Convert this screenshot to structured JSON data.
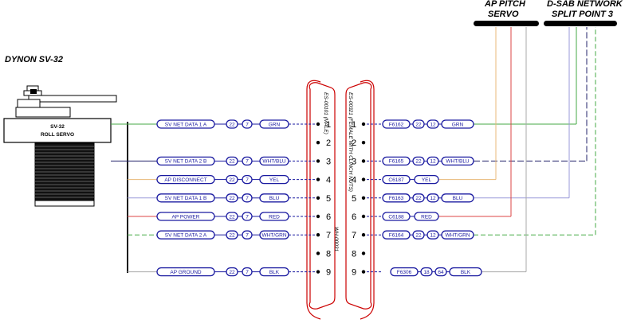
{
  "titles": {
    "dynon": "DYNON SV-32",
    "ap_pitch_1": "AP PITCH",
    "ap_pitch_2": "SERVO",
    "dsab_1": "D-SAB NETWORK",
    "dsab_2": "SPLIT POINT 3"
  },
  "servo": {
    "line1": "SV-32",
    "line2": "ROLL SERVO"
  },
  "connectors": {
    "male": "ES-00101 (MALE)",
    "female": "ES-00321 (FEMALE WITH CLINCH NUTS)",
    "hood": "WH-00031"
  },
  "colors": {
    "pill_stroke": "#1a1aa0",
    "connector": "#cc0000",
    "wire_green": "#44aa44",
    "wire_orange": "#e8b878",
    "wire_blue": "#9a9ad8",
    "wire_red": "#dd4444",
    "wire_gray": "#aaaaaa",
    "wire_navy": "#22226a"
  },
  "left_rows": [
    {
      "pin": "1",
      "signal": "SV NET DATA 1 A",
      "gauge": "22",
      "code": "7",
      "color": "GRN",
      "wire": "wire_green"
    },
    {
      "pin": "2",
      "signal": "",
      "gauge": "",
      "code": "",
      "color": "",
      "wire": ""
    },
    {
      "pin": "3",
      "signal": "SV NET DATA 2 B",
      "gauge": "22",
      "code": "7",
      "color": "WHT/BLU",
      "wire": "wire_navy"
    },
    {
      "pin": "4",
      "signal": "AP DISCONNECT",
      "gauge": "22",
      "code": "7",
      "color": "YEL",
      "wire": "wire_orange"
    },
    {
      "pin": "5",
      "signal": "SV NET DATA 1 B",
      "gauge": "22",
      "code": "7",
      "color": "BLU",
      "wire": "wire_blue"
    },
    {
      "pin": "6",
      "signal": "AP POWER",
      "gauge": "22",
      "code": "7",
      "color": "RED",
      "wire": "wire_red"
    },
    {
      "pin": "7",
      "signal": "SV NET DATA 2 A",
      "gauge": "22",
      "code": "7",
      "color": "WHT/GRN",
      "wire": "wire_green"
    },
    {
      "pin": "8",
      "signal": "",
      "gauge": "",
      "code": "",
      "color": "",
      "wire": ""
    },
    {
      "pin": "9",
      "signal": "AP GROUND",
      "gauge": "22",
      "code": "7",
      "color": "BLK",
      "wire": "wire_gray"
    }
  ],
  "right_rows": [
    {
      "pin": "1",
      "part": "F6162",
      "gauge": "22",
      "code": "12",
      "color": "GRN"
    },
    {
      "pin": "2",
      "part": "",
      "gauge": "",
      "code": "",
      "color": ""
    },
    {
      "pin": "3",
      "part": "F6165",
      "gauge": "22",
      "code": "12",
      "color": "WHT/BLU"
    },
    {
      "pin": "4",
      "part": "C6187",
      "gauge": "",
      "code": "",
      "color": "YEL"
    },
    {
      "pin": "5",
      "part": "F6163",
      "gauge": "22",
      "code": "12",
      "color": "BLU"
    },
    {
      "pin": "6",
      "part": "C6188",
      "gauge": "",
      "code": "",
      "color": "RED"
    },
    {
      "pin": "7",
      "part": "F6164",
      "gauge": "22",
      "code": "12",
      "color": "WHT/GRN"
    },
    {
      "pin": "8",
      "part": "",
      "gauge": "",
      "code": "",
      "color": ""
    },
    {
      "pin": "9",
      "part": "F6306",
      "gauge": "18",
      "code": "64",
      "color": "BLK"
    }
  ]
}
